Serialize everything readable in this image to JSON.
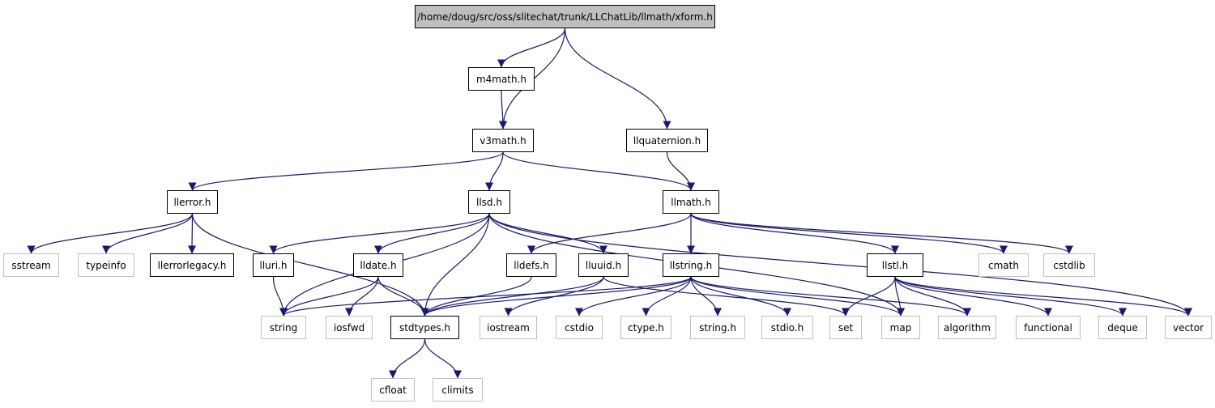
{
  "colors": {
    "edge": "#191970",
    "node_border": "#000000",
    "system_border": "#bfbfbf",
    "root_fill": "#bfbfbf"
  },
  "graph": {
    "nodes": [
      {
        "id": "root",
        "label": "/home/doug/src/oss/slitechat/trunk/LLChatLib/llmath/xform.h",
        "kind": "root"
      },
      {
        "id": "m4math",
        "label": "m4math.h",
        "kind": "file"
      },
      {
        "id": "v3math",
        "label": "v3math.h",
        "kind": "file"
      },
      {
        "id": "llquaternion",
        "label": "llquaternion.h",
        "kind": "file"
      },
      {
        "id": "llerror",
        "label": "llerror.h",
        "kind": "file"
      },
      {
        "id": "llsd",
        "label": "llsd.h",
        "kind": "file"
      },
      {
        "id": "llmath",
        "label": "llmath.h",
        "kind": "file"
      },
      {
        "id": "sstream",
        "label": "sstream",
        "kind": "system"
      },
      {
        "id": "typeinfo",
        "label": "typeinfo",
        "kind": "system"
      },
      {
        "id": "llerrorlegacy",
        "label": "llerrorlegacy.h",
        "kind": "file"
      },
      {
        "id": "lluri",
        "label": "lluri.h",
        "kind": "file"
      },
      {
        "id": "lldate",
        "label": "lldate.h",
        "kind": "file"
      },
      {
        "id": "lldefs",
        "label": "lldefs.h",
        "kind": "file"
      },
      {
        "id": "lluuid",
        "label": "lluuid.h",
        "kind": "file"
      },
      {
        "id": "llstring",
        "label": "llstring.h",
        "kind": "file"
      },
      {
        "id": "llstl",
        "label": "llstl.h",
        "kind": "file"
      },
      {
        "id": "cmath",
        "label": "cmath",
        "kind": "system"
      },
      {
        "id": "cstdlib",
        "label": "cstdlib",
        "kind": "system"
      },
      {
        "id": "string",
        "label": "string",
        "kind": "system"
      },
      {
        "id": "iosfwd",
        "label": "iosfwd",
        "kind": "system"
      },
      {
        "id": "stdtypes",
        "label": "stdtypes.h",
        "kind": "file"
      },
      {
        "id": "iostream",
        "label": "iostream",
        "kind": "system"
      },
      {
        "id": "cstdio",
        "label": "cstdio",
        "kind": "system"
      },
      {
        "id": "ctype",
        "label": "ctype.h",
        "kind": "system"
      },
      {
        "id": "string_h",
        "label": "string.h",
        "kind": "system"
      },
      {
        "id": "stdio",
        "label": "stdio.h",
        "kind": "system"
      },
      {
        "id": "set",
        "label": "set",
        "kind": "system"
      },
      {
        "id": "map",
        "label": "map",
        "kind": "system"
      },
      {
        "id": "algorithm",
        "label": "algorithm",
        "kind": "system"
      },
      {
        "id": "functional",
        "label": "functional",
        "kind": "system"
      },
      {
        "id": "deque",
        "label": "deque",
        "kind": "system"
      },
      {
        "id": "vector",
        "label": "vector",
        "kind": "system"
      },
      {
        "id": "cfloat",
        "label": "cfloat",
        "kind": "system"
      },
      {
        "id": "climits",
        "label": "climits",
        "kind": "system"
      }
    ],
    "edges": [
      {
        "from": "root",
        "to": "m4math"
      },
      {
        "from": "root",
        "to": "v3math"
      },
      {
        "from": "root",
        "to": "llquaternion"
      },
      {
        "from": "m4math",
        "to": "v3math"
      },
      {
        "from": "v3math",
        "to": "llerror"
      },
      {
        "from": "v3math",
        "to": "llsd"
      },
      {
        "from": "v3math",
        "to": "llmath"
      },
      {
        "from": "llquaternion",
        "to": "llmath"
      },
      {
        "from": "llerror",
        "to": "sstream"
      },
      {
        "from": "llerror",
        "to": "typeinfo"
      },
      {
        "from": "llerror",
        "to": "llerrorlegacy"
      },
      {
        "from": "llerror",
        "to": "stdtypes"
      },
      {
        "from": "llsd",
        "to": "lluri"
      },
      {
        "from": "llsd",
        "to": "lldate"
      },
      {
        "from": "llsd",
        "to": "lluuid"
      },
      {
        "from": "llsd",
        "to": "string"
      },
      {
        "from": "llsd",
        "to": "stdtypes"
      },
      {
        "from": "llsd",
        "to": "map"
      },
      {
        "from": "llsd",
        "to": "vector"
      },
      {
        "from": "llmath",
        "to": "lldefs"
      },
      {
        "from": "llmath",
        "to": "llstring"
      },
      {
        "from": "llmath",
        "to": "llstl"
      },
      {
        "from": "llmath",
        "to": "cmath"
      },
      {
        "from": "llmath",
        "to": "cstdlib"
      },
      {
        "from": "lluri",
        "to": "string"
      },
      {
        "from": "lldate",
        "to": "string"
      },
      {
        "from": "lldate",
        "to": "iosfwd"
      },
      {
        "from": "lldate",
        "to": "stdtypes"
      },
      {
        "from": "lldefs",
        "to": "stdtypes"
      },
      {
        "from": "lluuid",
        "to": "stdtypes"
      },
      {
        "from": "lluuid",
        "to": "iostream"
      },
      {
        "from": "lluuid",
        "to": "set"
      },
      {
        "from": "llstring",
        "to": "string"
      },
      {
        "from": "llstring",
        "to": "stdtypes"
      },
      {
        "from": "llstring",
        "to": "cstdio"
      },
      {
        "from": "llstring",
        "to": "ctype"
      },
      {
        "from": "llstring",
        "to": "string_h"
      },
      {
        "from": "llstring",
        "to": "stdio"
      },
      {
        "from": "llstring",
        "to": "map"
      },
      {
        "from": "llstring",
        "to": "algorithm"
      },
      {
        "from": "llstl",
        "to": "set"
      },
      {
        "from": "llstl",
        "to": "map"
      },
      {
        "from": "llstl",
        "to": "algorithm"
      },
      {
        "from": "llstl",
        "to": "functional"
      },
      {
        "from": "llstl",
        "to": "deque"
      },
      {
        "from": "llstl",
        "to": "vector"
      },
      {
        "from": "stdtypes",
        "to": "cfloat"
      },
      {
        "from": "stdtypes",
        "to": "climits"
      }
    ]
  }
}
